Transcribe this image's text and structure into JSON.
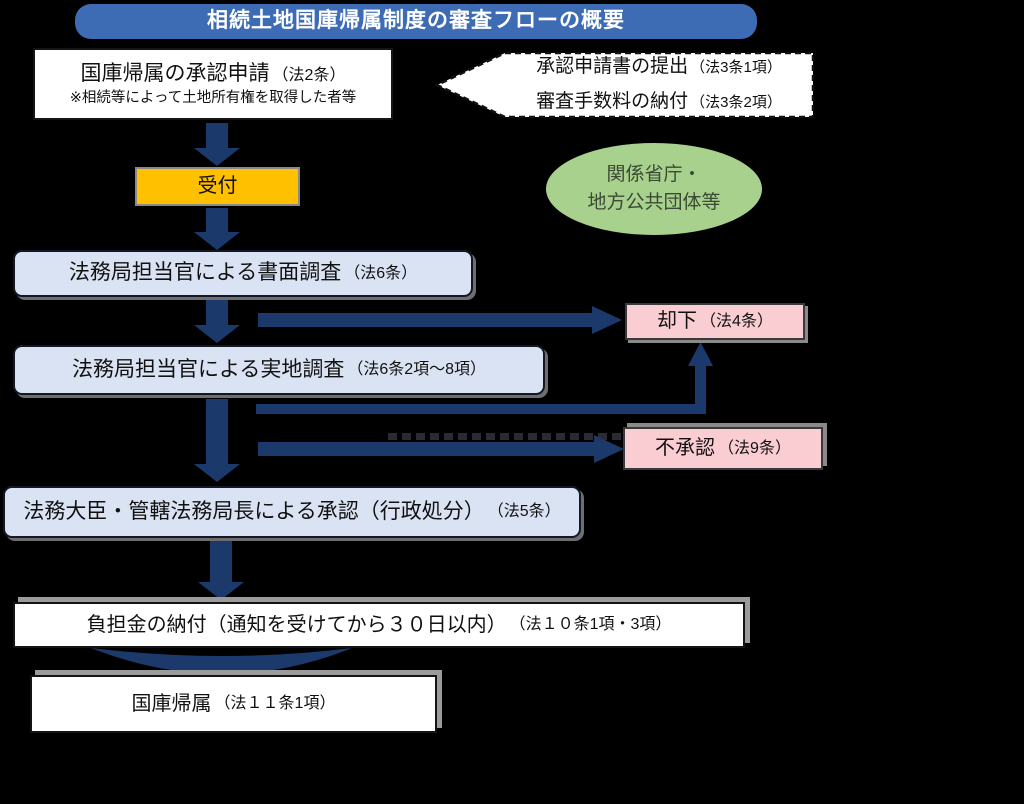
{
  "title": "相続土地国庫帰属制度の審査フローの概要",
  "boxes": {
    "application": {
      "main": "国庫帰属の承認申請",
      "ref": "（法2条）",
      "note": "※相続等によって土地所有権を取得した者等"
    },
    "callout": {
      "line1_main": "承認申請書の提出",
      "line1_ref": "（法3条1項）",
      "line2_main": "審査手数料の納付",
      "line2_ref": "（法3条2項）"
    },
    "reception": {
      "label": "受付"
    },
    "agencies": {
      "line1": "関係省庁・",
      "line2": "地方公共団体等"
    },
    "document_review": {
      "main": "法務局担当官による書面調査",
      "ref": "（法6条）"
    },
    "rejection": {
      "main": "却下",
      "ref": "（法4条）"
    },
    "field_survey": {
      "main": "法務局担当官による実地調査",
      "ref": "（法6条2項～8項）"
    },
    "disapproval": {
      "main": "不承認",
      "ref": "（法9条）"
    },
    "approval": {
      "main": "法務大臣・管轄法務局長による承認（行政処分）",
      "ref": "（法5条）"
    },
    "payment": {
      "main": "負担金の納付（通知を受けてから３０日以内）",
      "ref": "（法１０条1項・3項）"
    },
    "attribution": {
      "main": "国庫帰属",
      "ref": "（法１１条1項）"
    }
  },
  "colors": {
    "background": "#000000",
    "title_bar": "#3d6cb4",
    "arrow_navy": "#1b3a6b",
    "reception_fill": "#ffc000",
    "process_fill": "#dae3f3",
    "warning_fill": "#f9cdd1",
    "agencies_fill": "#a9d18e",
    "box_shadow_gray": "#8a8a8a"
  }
}
